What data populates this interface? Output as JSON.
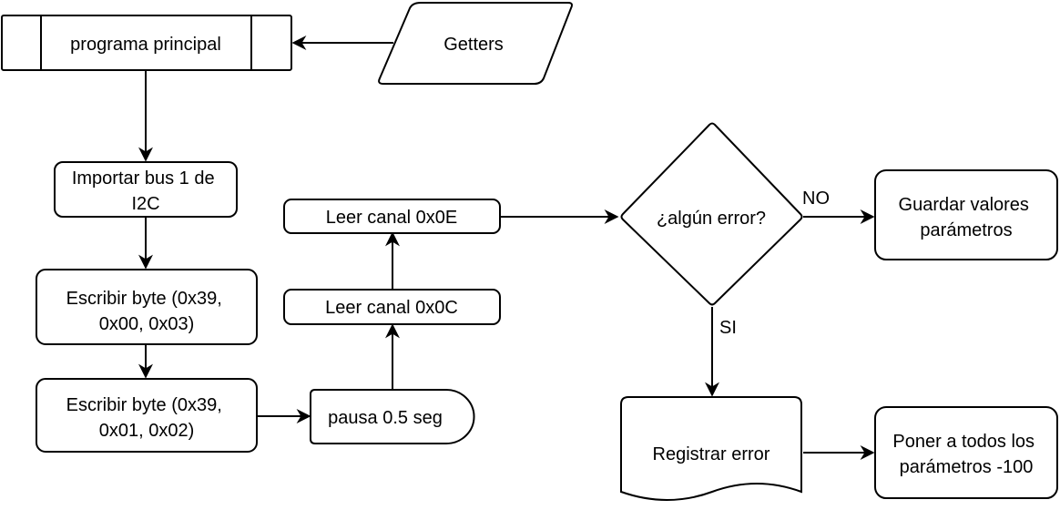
{
  "nodes": {
    "programa_principal": "programa principal",
    "getters": "Getters",
    "importar_bus": [
      "Importar bus 1 de",
      "I2C"
    ],
    "escribir_byte_1": [
      "Escribir byte (0x39,",
      "0x00, 0x03)"
    ],
    "escribir_byte_2": [
      "Escribir byte (0x39,",
      "0x01, 0x02)"
    ],
    "pausa": "pausa 0.5 seg",
    "leer_0c": "Leer canal 0x0C",
    "leer_0e": "Leer canal 0x0E",
    "decision": "¿algún error?",
    "guardar": [
      "Guardar valores",
      "parámetros"
    ],
    "registrar": "Registrar error",
    "poner": [
      "Poner a todos los",
      "parámetros -100"
    ]
  },
  "edges": {
    "no_label": "NO",
    "si_label": "SI"
  },
  "colors": {
    "stroke": "#000000",
    "fill": "#ffffff"
  }
}
